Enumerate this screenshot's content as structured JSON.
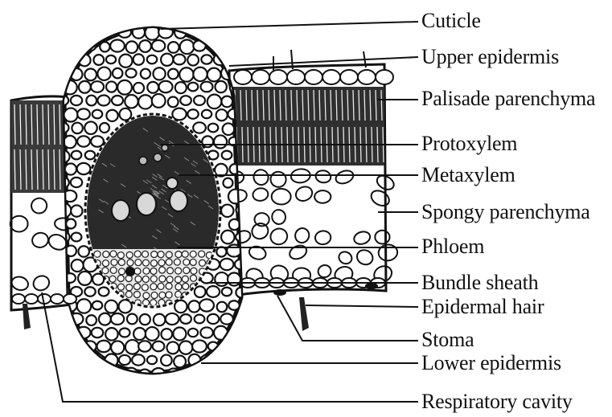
{
  "diagram": {
    "labels": [
      "Cuticle",
      "Upper epidermis",
      "Palisade parenchyma",
      "Protoxylem",
      "Metaxylem",
      "Spongy parenchyma",
      "Phloem",
      "Bundle sheath",
      "Epidermal hair",
      "Stoma",
      "Lower epidermis",
      "Respiratory cavity"
    ]
  }
}
